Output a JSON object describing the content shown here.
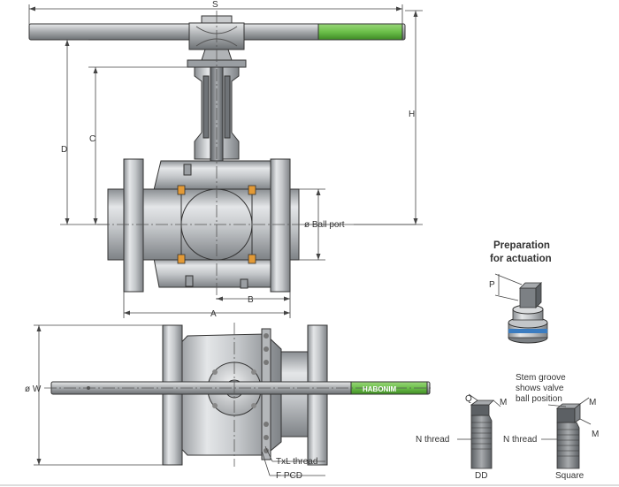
{
  "colors": {
    "handle_grip": "#6cc04a",
    "seat": "#e39a36",
    "steel_light": "#d9dbdd",
    "steel_mid": "#b4b7ba",
    "steel_dark": "#7c8084",
    "stem_band": "#3b7cc0"
  },
  "dimensions": {
    "s": "S",
    "h": "H",
    "d": "D",
    "c": "C",
    "a": "A",
    "b": "B",
    "w": "ø W",
    "ball_port": "ø Ball port",
    "p": "P",
    "q": "Q",
    "m": "M"
  },
  "labels": {
    "txl_thread": "TxL thread",
    "f_pcd": "F PCD",
    "brand": "HABONIM",
    "n_thread": "N thread",
    "dd": "DD",
    "square": "Square"
  },
  "actuation": {
    "title_line1": "Preparation",
    "title_line2": "for actuation"
  },
  "stem_groove": {
    "line1": "Stem groove",
    "line2": "shows valve",
    "line3": "ball position"
  }
}
